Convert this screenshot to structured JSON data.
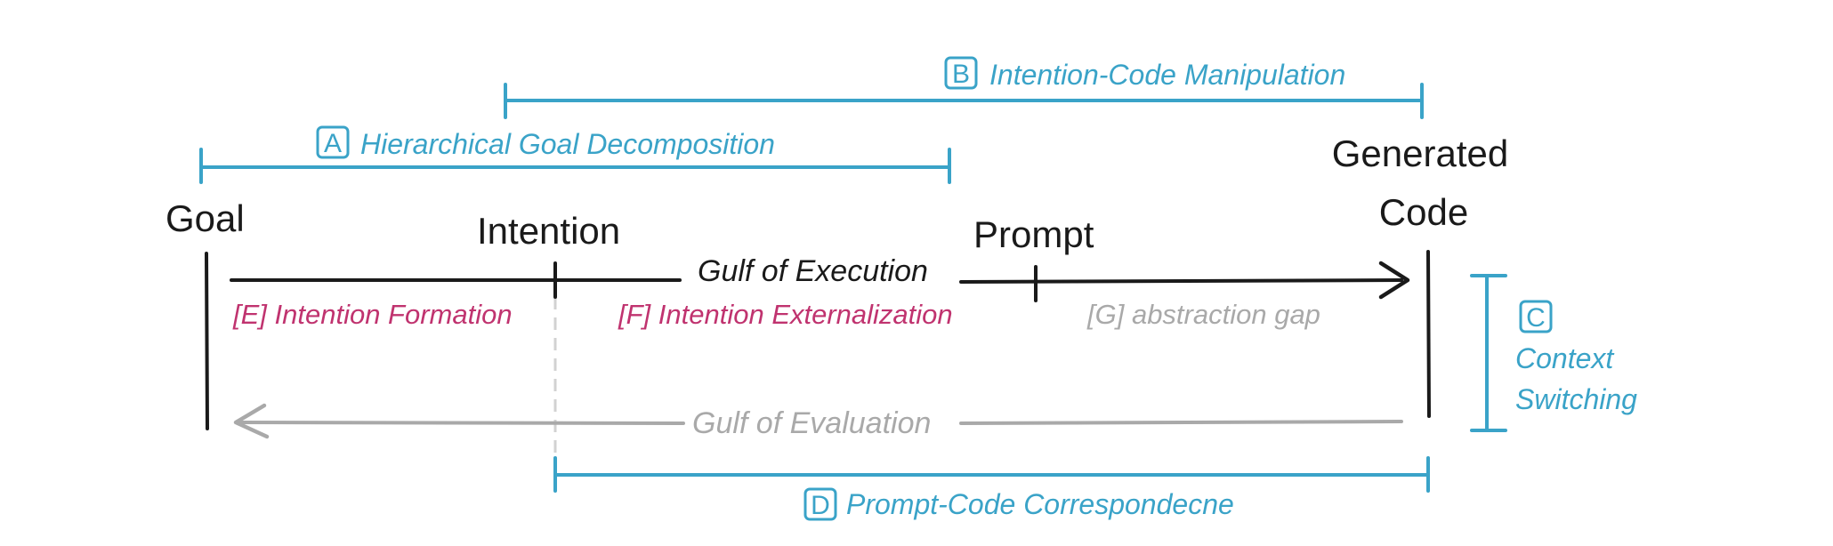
{
  "colors": {
    "blue": "#3aa3c8",
    "magenta": "#c0336f",
    "gray": "#a9a9a9",
    "black": "#1a1a1a",
    "dashed": "#d2d2d2"
  },
  "nodes": {
    "goal": "Goal",
    "intention": "Intention",
    "prompt": "Prompt",
    "generated_line1": "Generated",
    "generated_line2": "Code"
  },
  "brackets": {
    "a": {
      "badge": "A",
      "label": "Hierarchical Goal Decomposition"
    },
    "b": {
      "badge": "B",
      "label": "Intention-Code Manipulation"
    },
    "c": {
      "badge": "C",
      "label_line1": "Context",
      "label_line2": "Switching"
    },
    "d": {
      "badge": "D",
      "label": "Prompt-Code Correspondecne"
    }
  },
  "gulfs": {
    "execution": "Gulf of Execution",
    "evaluation": "Gulf of Evaluation"
  },
  "gaps": {
    "e": "[E] Intention Formation",
    "f": "[F] Intention Externalization",
    "g": "[G] abstraction gap"
  },
  "icons": [
    "arrow-right-icon",
    "arrow-left-icon"
  ]
}
